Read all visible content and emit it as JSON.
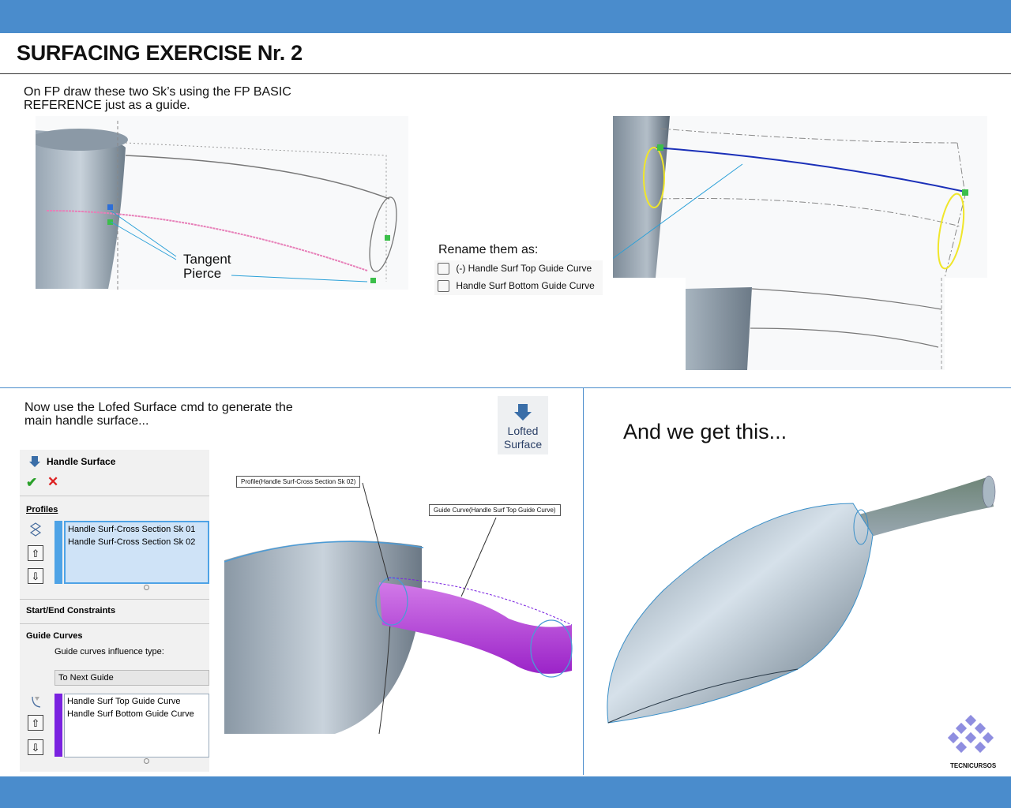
{
  "title": "SURFACING EXERCISE Nr. 2",
  "step1": {
    "instruction_line1": "On FP draw these two Sk’s using the  FP BASIC",
    "instruction_line2": "REFERENCE just as a guide.",
    "annotation_line1": "Tangent",
    "annotation_line2": "Pierce",
    "rename_label": "Rename them as:",
    "feature_items": [
      {
        "label": "(-) Handle Surf Top Guide Curve"
      },
      {
        "label": "Handle Surf Bottom Guide Curve"
      }
    ]
  },
  "step2": {
    "instruction_line1": "Now use the Lofed Surface cmd to generate the",
    "instruction_line2": "main handle surface...",
    "tool_icon": "lofted-surface-icon",
    "tool_label_line1": "Lofted",
    "tool_label_line2": "Surface",
    "property_manager": {
      "title": "Handle Surface",
      "ok_icon": "checkmark-icon",
      "cancel_icon": "close-icon",
      "profiles_header": "Profiles",
      "profiles": [
        "Handle Surf-Cross Section Sk 01",
        "Handle Surf-Cross Section Sk 02"
      ],
      "start_end_header": "Start/End Constraints",
      "guide_curves_header": "Guide Curves",
      "influence_label": "Guide curves influence type:",
      "influence_value": "To Next Guide",
      "guide_curves": [
        "Handle Surf Top Guide Curve",
        "Handle Surf Bottom Guide Curve"
      ]
    },
    "callout_profile": "Profile(Handle Surf-Cross Section Sk 02)",
    "callout_guide": "Guide Curve(Handle Surf Top Guide Curve)"
  },
  "step3": {
    "result_label": "And we get this..."
  },
  "logo_text": "TECNICURSOS",
  "colors": {
    "band": "#4a8ccc",
    "pink_curve": "#e77fb8",
    "blue_curve": "#1a2fb8",
    "yellow": "#f0e62a",
    "purple": "#b43ee0"
  }
}
